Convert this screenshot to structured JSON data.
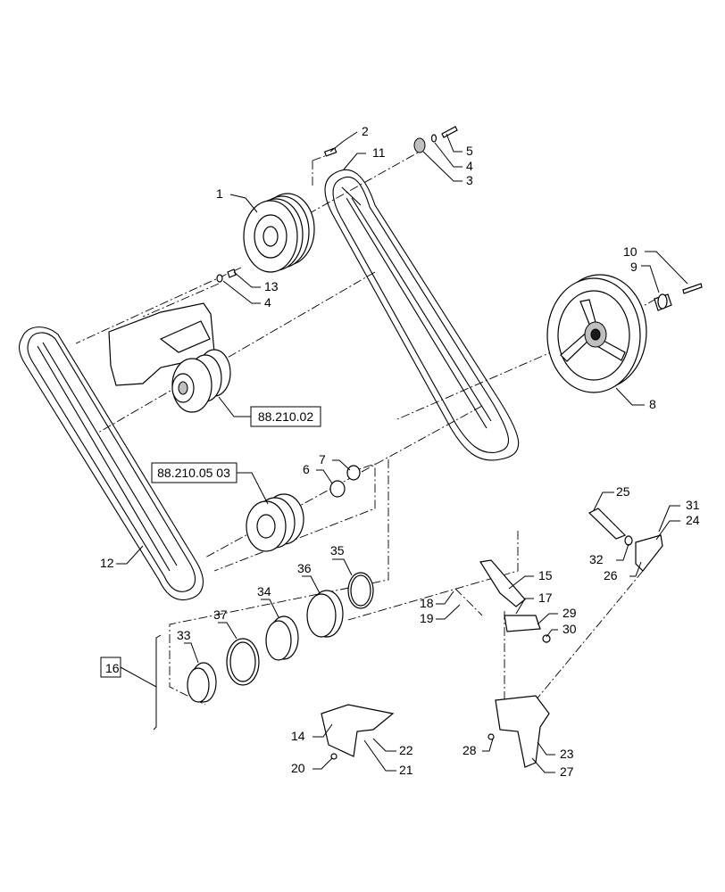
{
  "callouts": {
    "c1": "1",
    "c2": "2",
    "c3": "3",
    "c4a": "4",
    "c4b": "4",
    "c5": "5",
    "c6": "6",
    "c7": "7",
    "c8": "8",
    "c9": "9",
    "c10": "10",
    "c11": "11",
    "c12": "12",
    "c13": "13",
    "c14": "14",
    "c15": "15",
    "c16": "16",
    "c17": "17",
    "c18": "18",
    "c19": "19",
    "c20": "20",
    "c21": "21",
    "c22": "22",
    "c23": "23",
    "c24": "24",
    "c25": "25",
    "c26": "26",
    "c27": "27",
    "c28": "28",
    "c29": "29",
    "c30": "30",
    "c31": "31",
    "c32": "32",
    "c33": "33",
    "c34": "34",
    "c35": "35",
    "c36": "36",
    "c37": "37"
  },
  "references": {
    "ref_a": "88.210.02",
    "ref_b": "88.210.05 03"
  }
}
